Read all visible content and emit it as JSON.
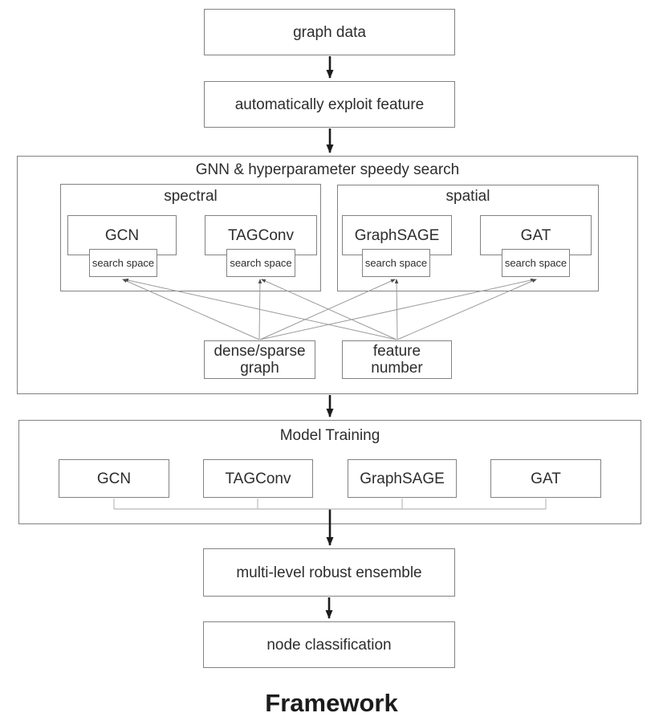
{
  "caption": "Framework",
  "colors": {
    "box_border": "#828282",
    "thick_arrow": "#1c1c1c",
    "thin_line": "#9b9b9b",
    "merge_line": "#c4c4c4",
    "background": "#ffffff"
  },
  "flow": {
    "input": "graph data",
    "feature_step": "automatically exploit feature",
    "search_section": {
      "title": "GNN & hyperparameter speedy search",
      "groups": [
        {
          "name": "spectral",
          "models": [
            "GCN",
            "TAGConv"
          ]
        },
        {
          "name": "spatial",
          "models": [
            "GraphSAGE",
            "GAT"
          ]
        }
      ],
      "search_space_label": "search space",
      "hyperparams": [
        "dense/sparse\ngraph",
        "feature\nnumber"
      ]
    },
    "training_section": {
      "title": "Model Training",
      "models": [
        "GCN",
        "TAGConv",
        "GraphSAGE",
        "GAT"
      ]
    },
    "ensemble": "multi-level robust ensemble",
    "output": "node classification"
  }
}
